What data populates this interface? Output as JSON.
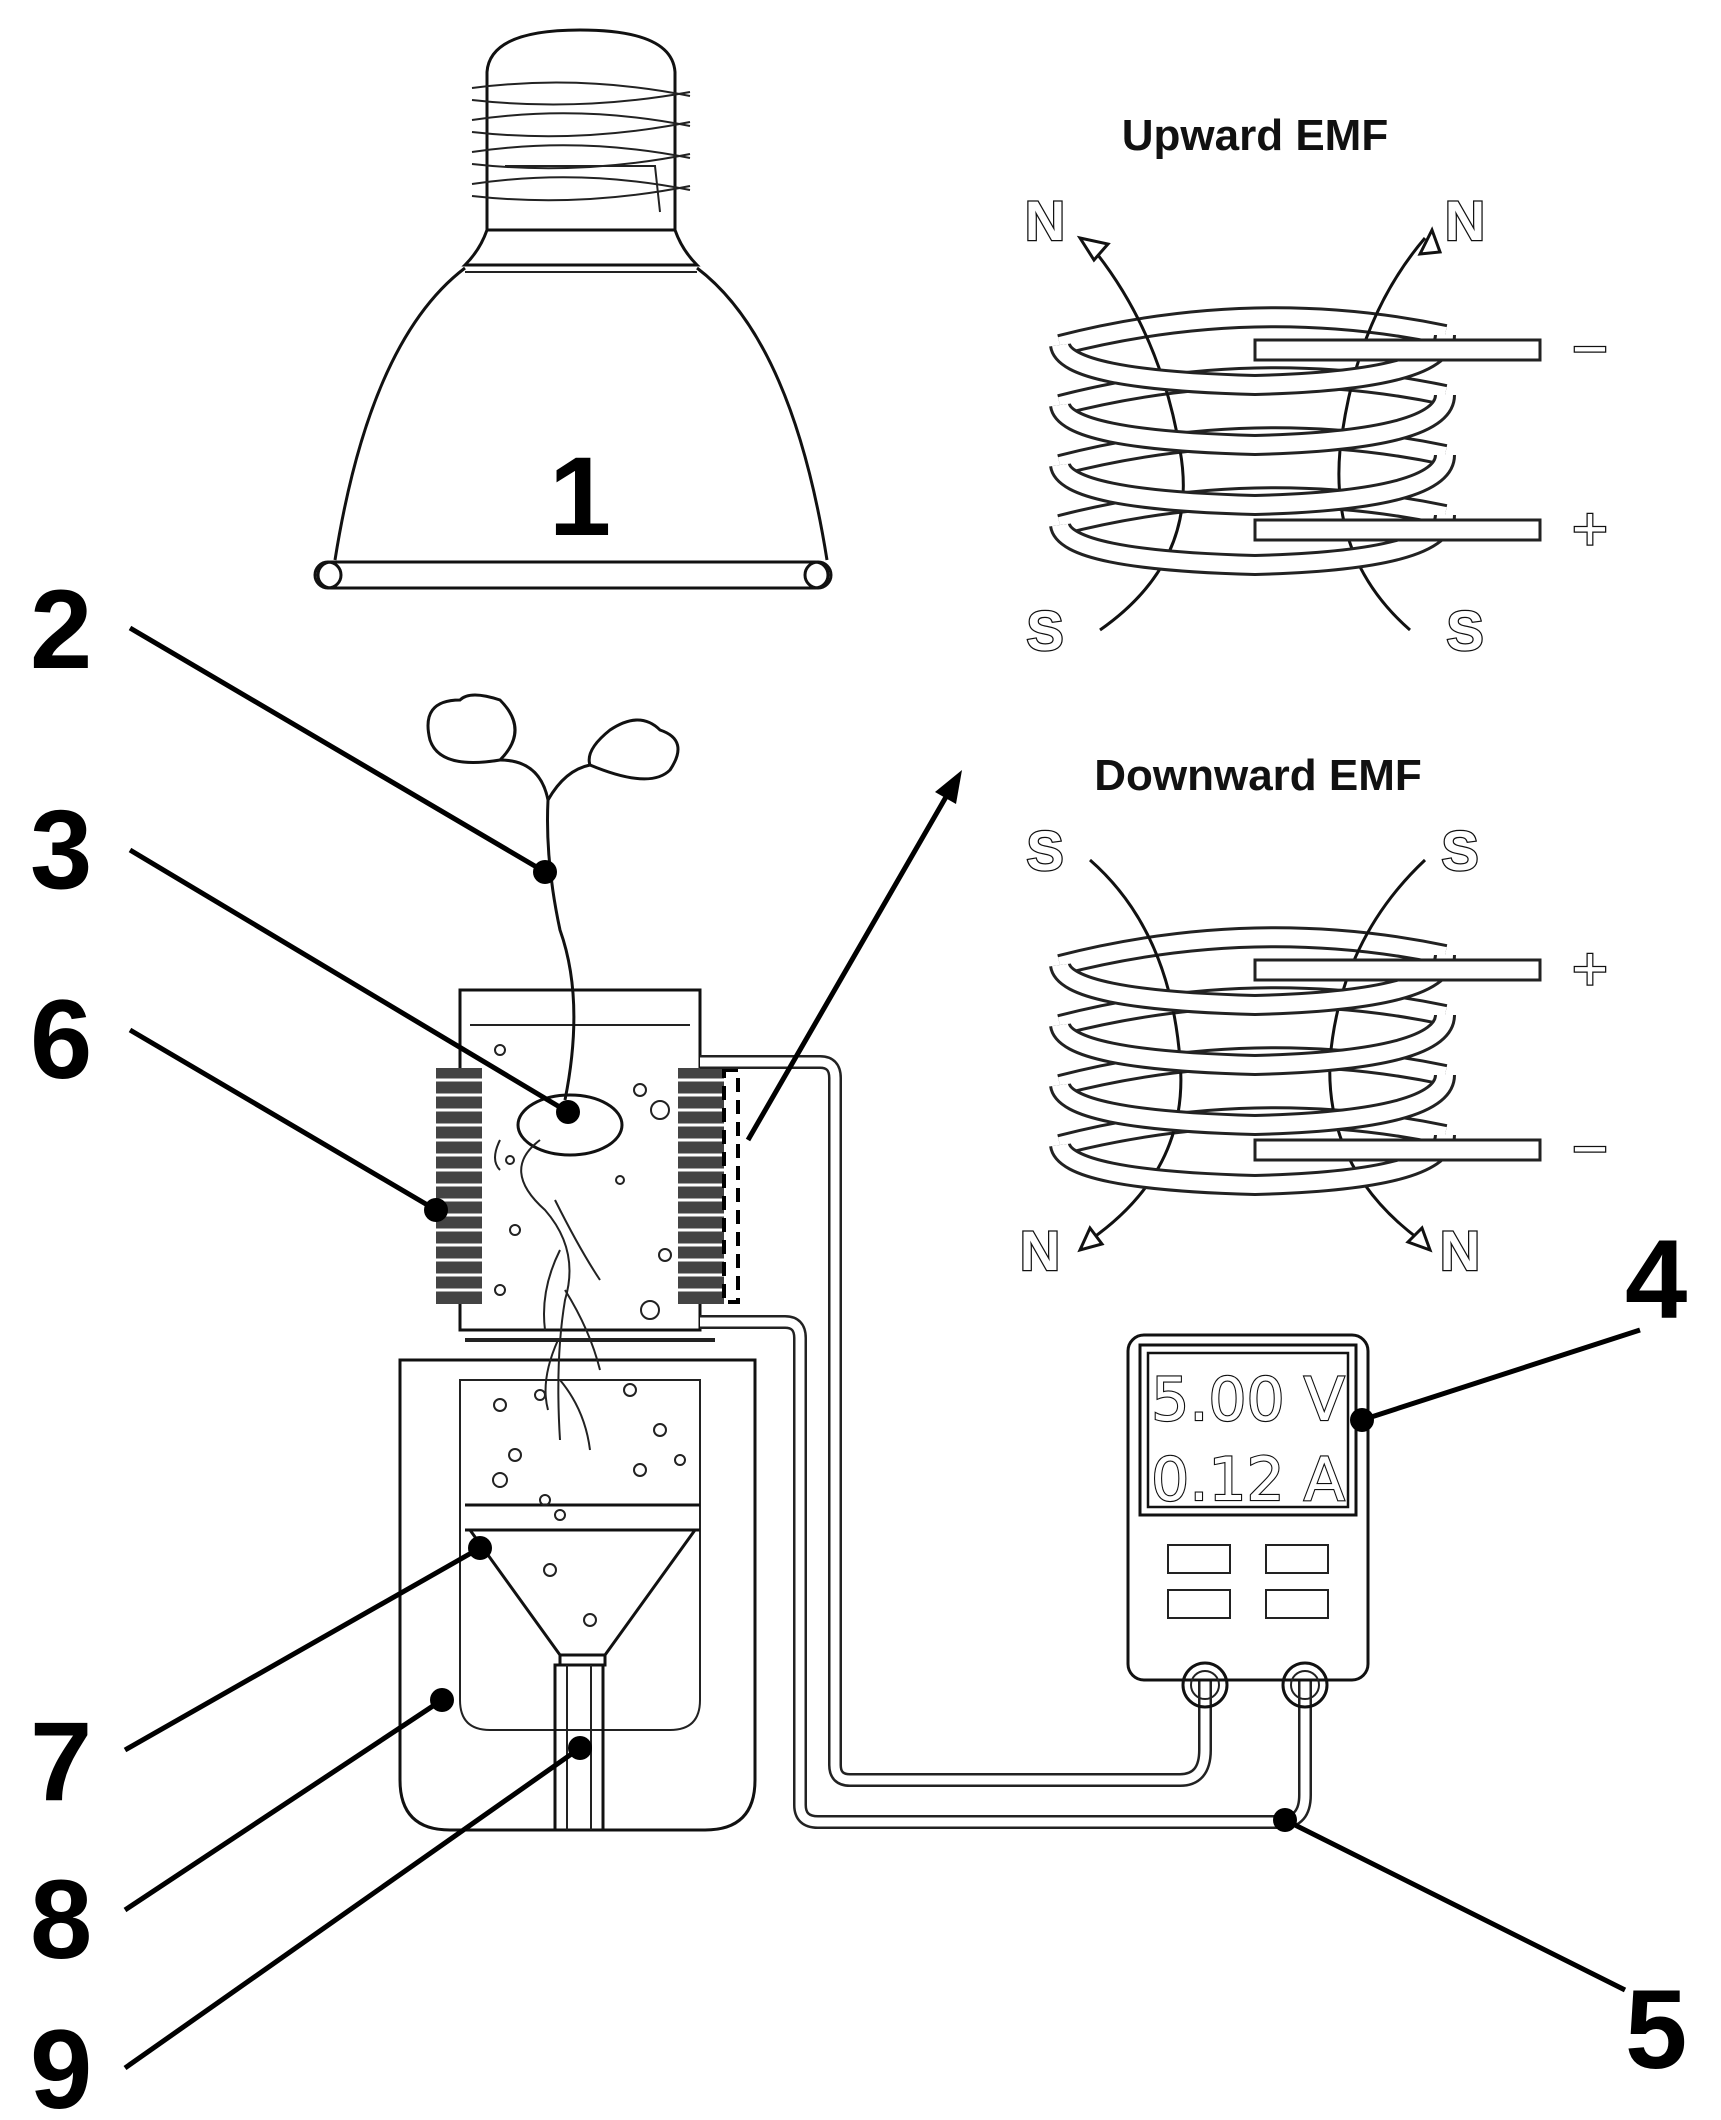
{
  "labels": {
    "n1": "1",
    "n2": "2",
    "n3": "3",
    "n4": "4",
    "n5": "5",
    "n6": "6",
    "n7": "7",
    "n8": "8",
    "n9": "9"
  },
  "upward": {
    "title": "Upward EMF",
    "top_left": "N",
    "top_right": "N",
    "bottom_left": "S",
    "bottom_right": "S",
    "top_sign": "−",
    "bottom_sign": "+"
  },
  "downward": {
    "title": "Downward EMF",
    "top_left": "S",
    "top_right": "S",
    "bottom_left": "N",
    "bottom_right": "N",
    "top_sign": "+",
    "bottom_sign": "−"
  },
  "meter": {
    "voltage": "5.00 V",
    "current": "0.12 A"
  }
}
